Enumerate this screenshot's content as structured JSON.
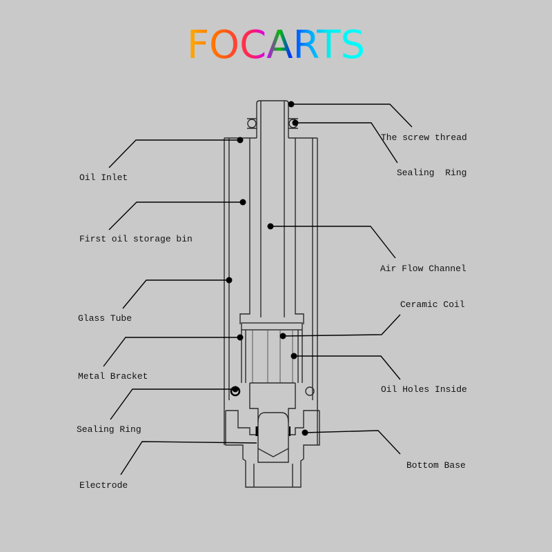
{
  "logo": {
    "text": "FOCARTS"
  },
  "labels": {
    "screw_thread": "The screw thread",
    "sealing_ring_top": "Sealing  Ring",
    "oil_inlet": "Oil Inlet",
    "first_oil_storage_bin": "First oil storage bin",
    "air_flow_channel": "Air Flow Channel",
    "glass_tube": "Glass Tube",
    "ceramic_coil": "Ceramic Coil",
    "metal_bracket": "Metal Bracket",
    "oil_holes_inside": "Oil Holes Inside",
    "sealing_ring_bottom": "Sealing Ring",
    "bottom_base": "Bottom Base",
    "electrode": "Electrode"
  }
}
